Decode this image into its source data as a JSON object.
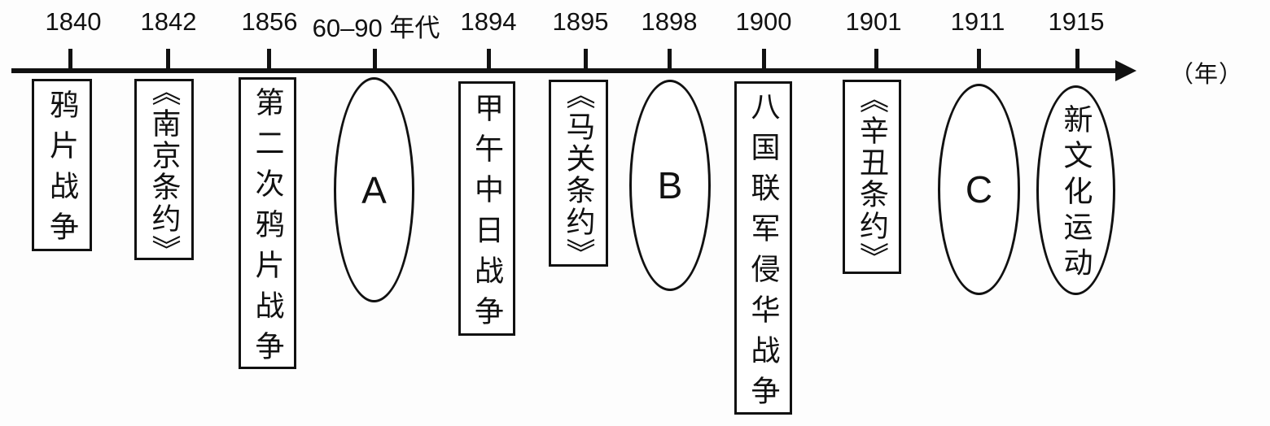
{
  "axis": {
    "unit_label": "（年）"
  },
  "ticks": [
    "1840",
    "1842",
    "1856",
    "60–90 年代",
    "1894",
    "1895",
    "1898",
    "1900",
    "1901",
    "1911",
    "1915"
  ],
  "events": [
    {
      "tick": "1840",
      "label": "鸦片战争",
      "shape": "rect"
    },
    {
      "tick": "1842",
      "label": "《南京条约》",
      "shape": "rect"
    },
    {
      "tick": "1856",
      "label": "第二次鸦片战争",
      "shape": "rect"
    },
    {
      "tick": "60–90 年代",
      "label": "A",
      "shape": "ellipse"
    },
    {
      "tick": "1894",
      "label": "甲午中日战争",
      "shape": "rect"
    },
    {
      "tick": "1895",
      "label": "《马关条约》",
      "shape": "rect"
    },
    {
      "tick": "1898",
      "label": "B",
      "shape": "ellipse"
    },
    {
      "tick": "1900",
      "label": "八国联军侵华战争",
      "shape": "rect"
    },
    {
      "tick": "1901",
      "label": "《辛丑条约》",
      "shape": "rect"
    },
    {
      "tick": "1911",
      "label": "C",
      "shape": "ellipse"
    },
    {
      "tick": "1915",
      "label": "新文化运动",
      "shape": "ellipse"
    }
  ],
  "colors": {
    "ink": "#111111",
    "background": "#ffffff"
  }
}
